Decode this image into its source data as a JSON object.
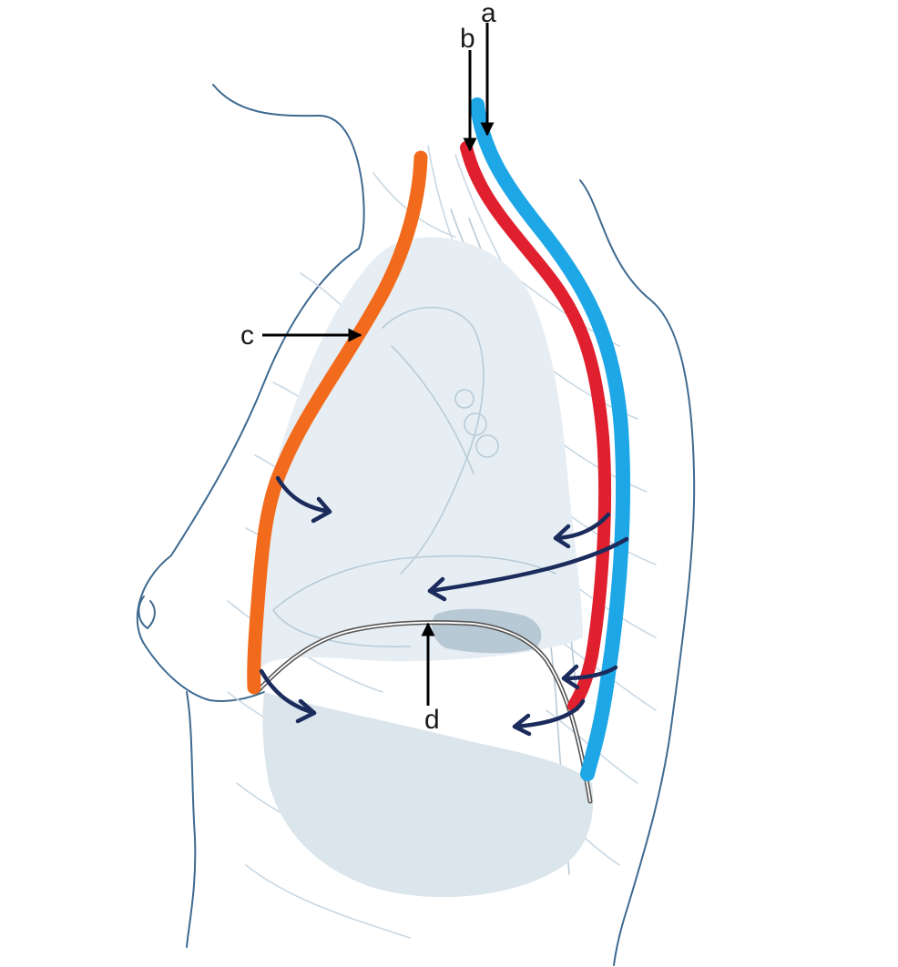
{
  "labels": {
    "a": "a",
    "b": "b",
    "c": "c",
    "d": "d"
  },
  "colors": {
    "vessel_a": "#1ea7e6",
    "vessel_b": "#e0202e",
    "vessel_c": "#f26b1d",
    "diaphragm_line": "#555555",
    "flow_arrows": "#1b2b5c",
    "body_outline": "#3e6a90",
    "organ_fill": "#dde7ee"
  }
}
